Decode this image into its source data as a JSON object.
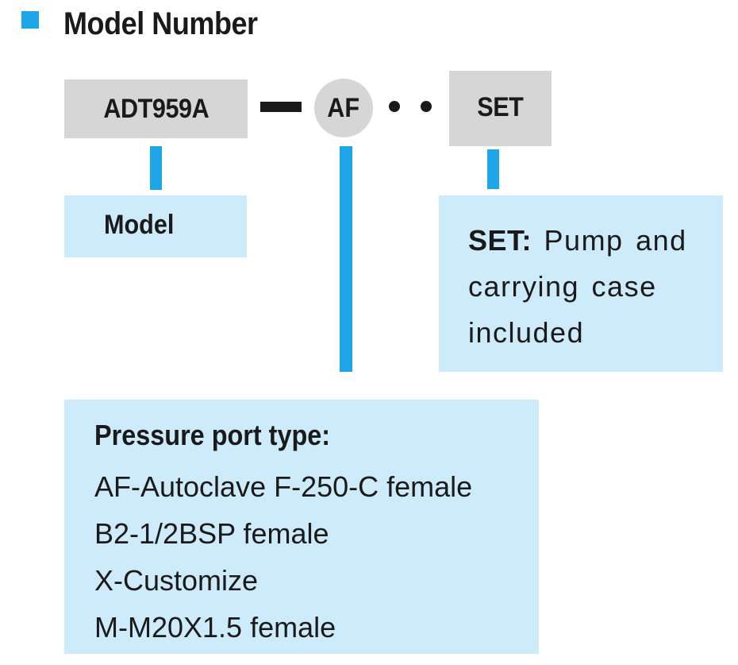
{
  "header": {
    "title": "Model Number",
    "accent_color": "#1ea6e8"
  },
  "code_row": {
    "model_code": "ADT959A",
    "port_code": "AF",
    "set_code": "SET"
  },
  "model_box": {
    "label": "Model"
  },
  "set_box": {
    "label": "SET:",
    "text": "Pump and carrying case included"
  },
  "port_box": {
    "heading": "Pressure port type:",
    "options": [
      "AF-Autoclave F-250-C female",
      "B2-1/2BSP female",
      "X-Customize",
      "M-M20X1.5 female"
    ]
  },
  "colors": {
    "code_box_fill": "#d6d6d6",
    "info_box_fill": "#cdebfa",
    "connector": "#1ea6e8",
    "text": "#1a1a1a"
  }
}
